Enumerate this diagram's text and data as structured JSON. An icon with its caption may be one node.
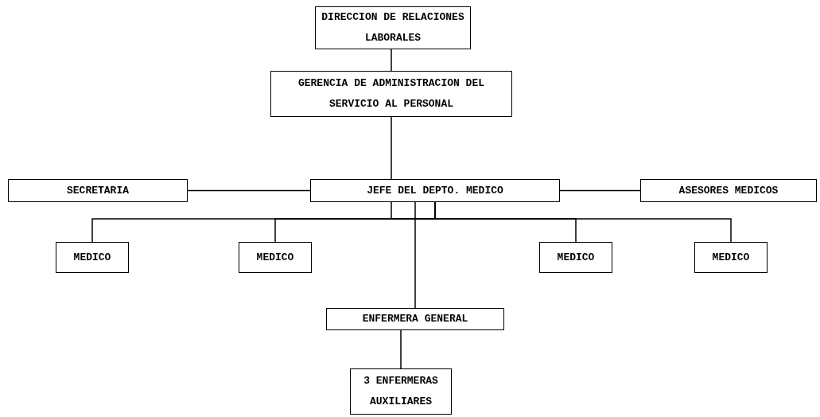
{
  "diagram": {
    "nodes": [
      {
        "text": [
          "DIRECCION DE RELACIONES LABORALES"
        ]
      },
      {
        "text": [
          "GERENCIA DE ADMINISTRACION DEL SERVICIO AL PERSONAL"
        ]
      },
      {
        "text": [
          "SECRETARIA"
        ]
      },
      {
        "text": [
          "JEFE DEL DEPTO. MEDICO"
        ]
      },
      {
        "text": [
          "ASESORES MEDICOS"
        ]
      },
      {
        "text": [
          "MEDICO"
        ]
      },
      {
        "text": [
          "MEDICO"
        ]
      },
      {
        "text": [
          "MEDICO"
        ]
      },
      {
        "text": [
          "MEDICO"
        ]
      },
      {
        "text": [
          "ENFERMERA GENERAL"
        ]
      },
      {
        "text": [
          "3 ENFERMERAS AUXILIARES"
        ]
      }
    ],
    "edges": [
      {
        "from": 0,
        "to": 1,
        "arrow": "none"
      },
      {
        "from": 1,
        "to": 3,
        "arrow": "none"
      },
      {
        "from": 3,
        "to": 2,
        "arrow": "none"
      },
      {
        "from": 3,
        "to": 4,
        "arrow": "none"
      },
      {
        "from": 3,
        "to": 5,
        "arrow": "none"
      },
      {
        "from": 3,
        "to": 6,
        "arrow": "none"
      },
      {
        "from": 3,
        "to": 7,
        "arrow": "none"
      },
      {
        "from": 3,
        "to": 8,
        "arrow": "none"
      },
      {
        "from": 3,
        "to": 9,
        "arrow": "none"
      },
      {
        "from": 9,
        "to": 10,
        "arrow": "none"
      }
    ]
  }
}
